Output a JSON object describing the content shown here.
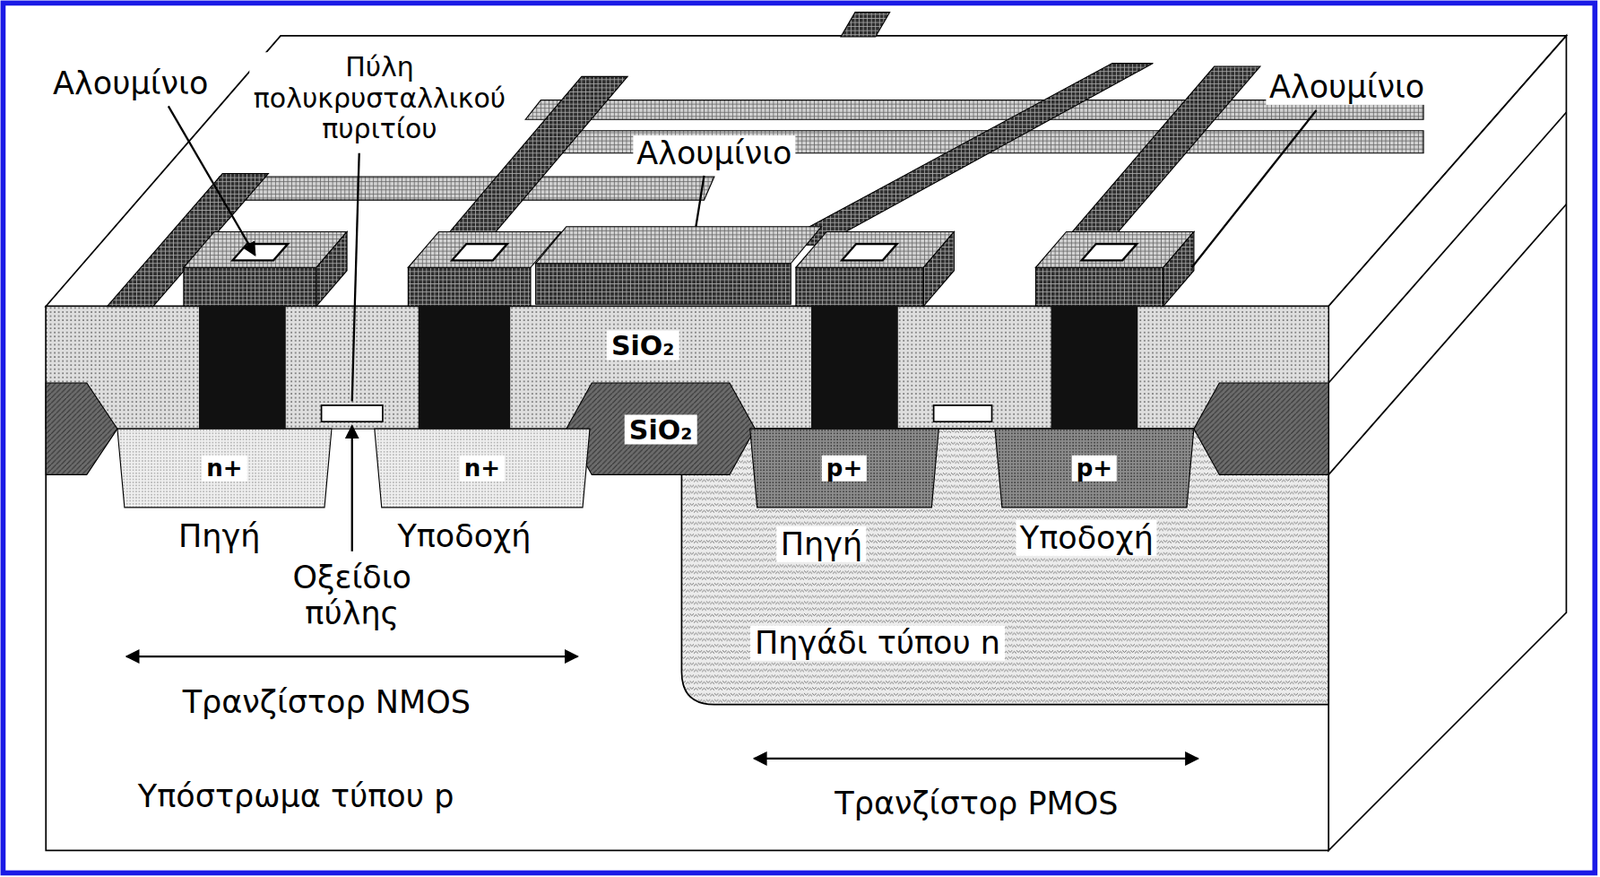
{
  "diagram": {
    "nodes": [
      {
        "text": [
          "n+"
        ]
      },
      {
        "text": [
          "n+"
        ]
      },
      {
        "text": [
          "SiO₂"
        ]
      },
      {
        "text": [
          "SiO₂"
        ]
      },
      {
        "text": [
          "Πηγάδι τύπου n"
        ]
      },
      {
        "text": [
          "p+"
        ],
        "in": 4
      },
      {
        "text": [
          "p+"
        ],
        "in": 4
      }
    ],
    "labels": [
      "Αλουμίνιο",
      "Πύλη πολυκρυσταλλικού πυριτίου",
      "Αλουμίνιο",
      "Αλουμίνιο",
      "Πηγή",
      "Υποδοχή",
      "Οξείδιο πύλης",
      "Πηγή",
      "Υποδοχή",
      "Τρανζίστορ NMOS",
      "Υπόστρωμα τύπου p",
      "Τρανζίστορ PMOS"
    ]
  }
}
